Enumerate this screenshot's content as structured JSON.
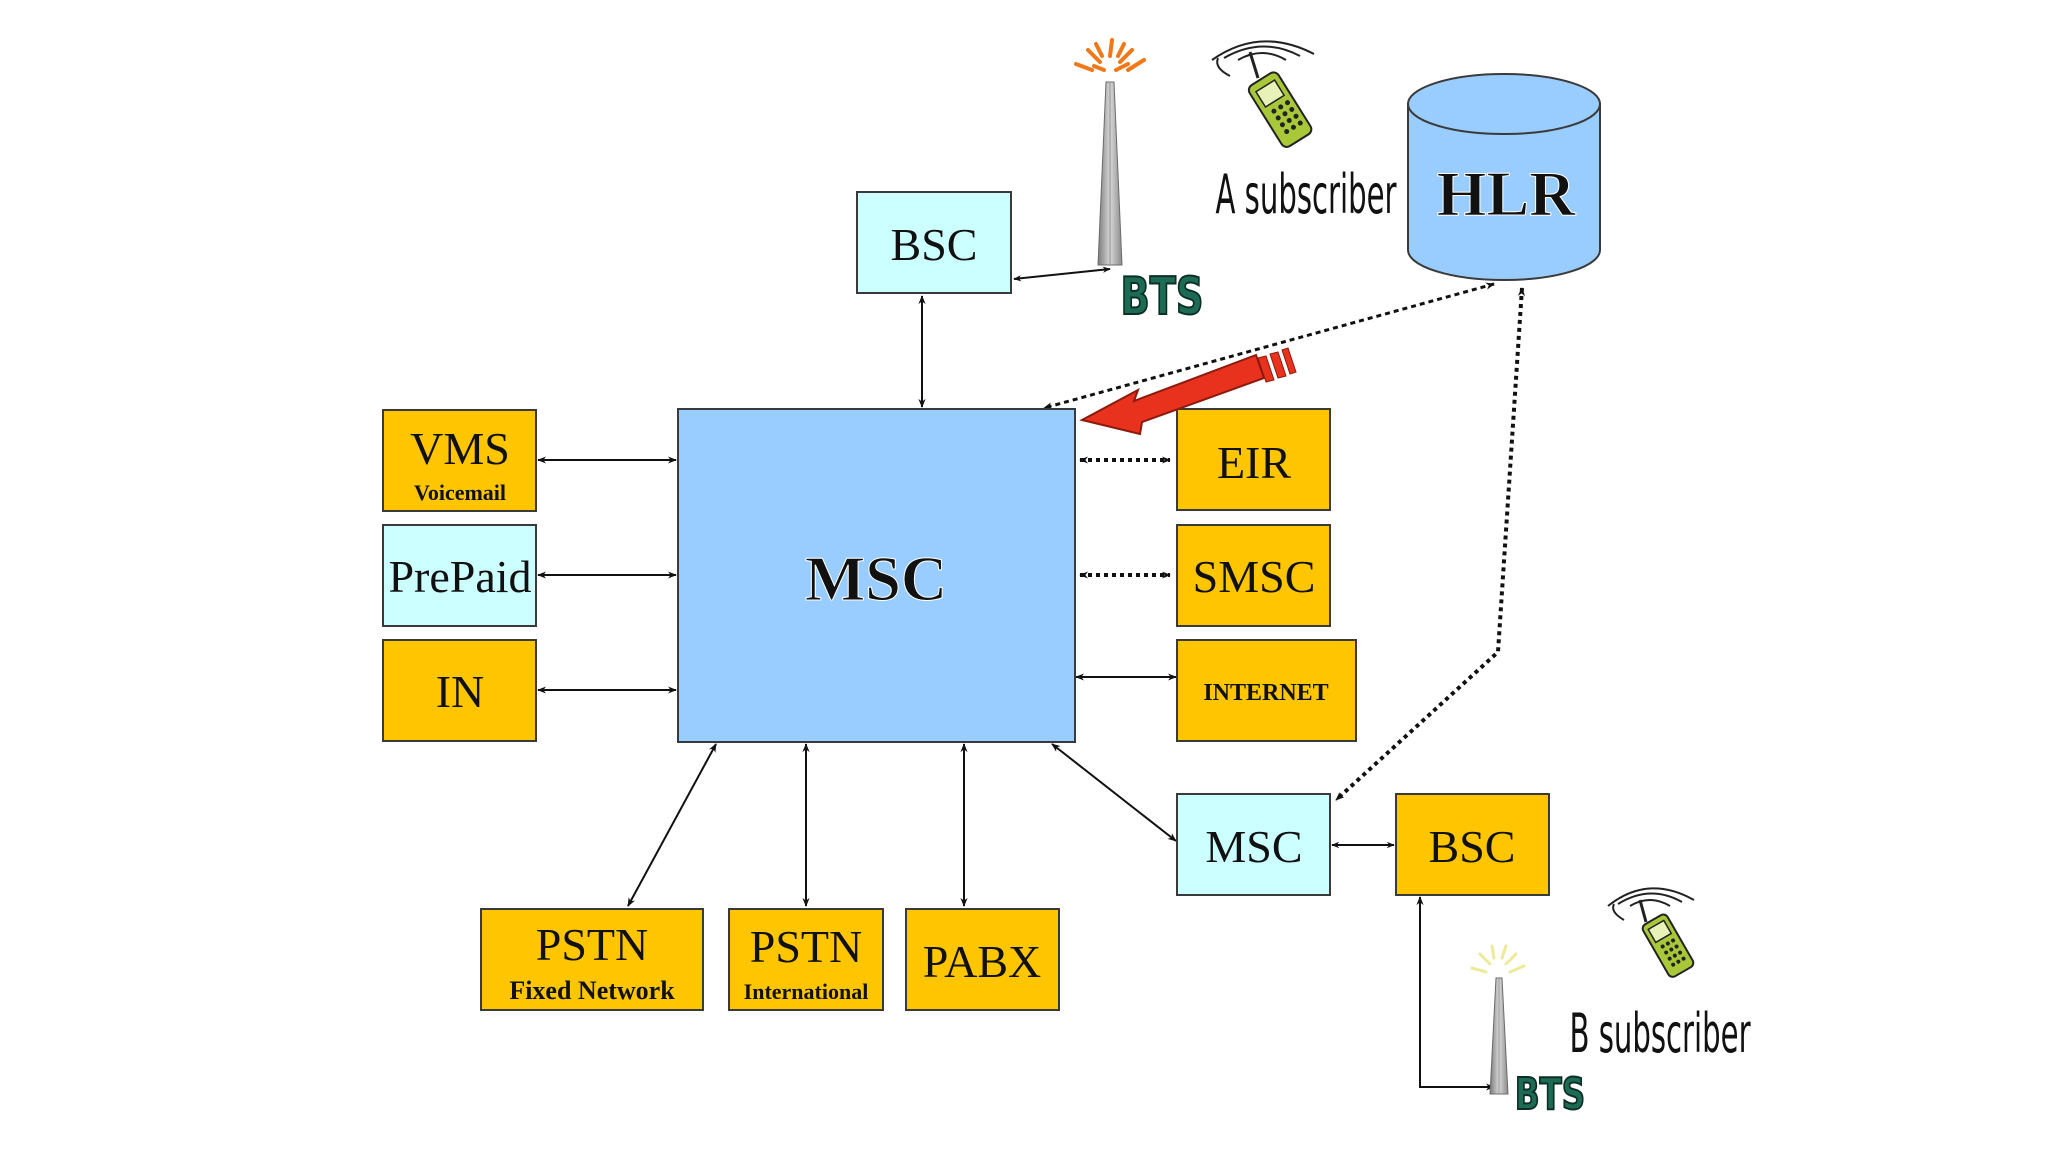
{
  "colors": {
    "orange": "#FFC600",
    "light_blue": "#CCFFFF",
    "msc_blue": "#99CCFF",
    "hlr_blue": "#99CCFF",
    "border": "#3a3a3a",
    "red_arrow": "#E8321E",
    "bts_green": "#1E6B55"
  },
  "nodes": {
    "msc": {
      "label": "MSC"
    },
    "bsc_top": {
      "label": "BSC"
    },
    "hlr": {
      "label": "HLR"
    },
    "vms": {
      "label": "VMS",
      "sublabel": "Voicemail"
    },
    "prepaid": {
      "label": "PrePaid"
    },
    "in": {
      "label": "IN"
    },
    "eir": {
      "label": "EIR"
    },
    "smsc": {
      "label": "SMSC"
    },
    "internet": {
      "label": "INTERNET"
    },
    "pstn_fixed": {
      "label": "PSTN",
      "sublabel": "Fixed Network"
    },
    "pstn_intl": {
      "label": "PSTN",
      "sublabel": "International"
    },
    "pabx": {
      "label": "PABX"
    },
    "msc_b": {
      "label": "MSC"
    },
    "bsc_b": {
      "label": "BSC"
    }
  },
  "labels": {
    "bts_top": "BTS",
    "bts_bottom": "BTS",
    "a_subscriber": "A subscriber",
    "b_subscriber": "B subscriber"
  },
  "icons": {
    "tower_top": "radio-tower-icon",
    "tower_bottom": "radio-tower-icon",
    "phone_a": "mobile-phone-icon",
    "phone_b": "mobile-phone-icon",
    "red_arrow": "red-arrow-icon"
  }
}
